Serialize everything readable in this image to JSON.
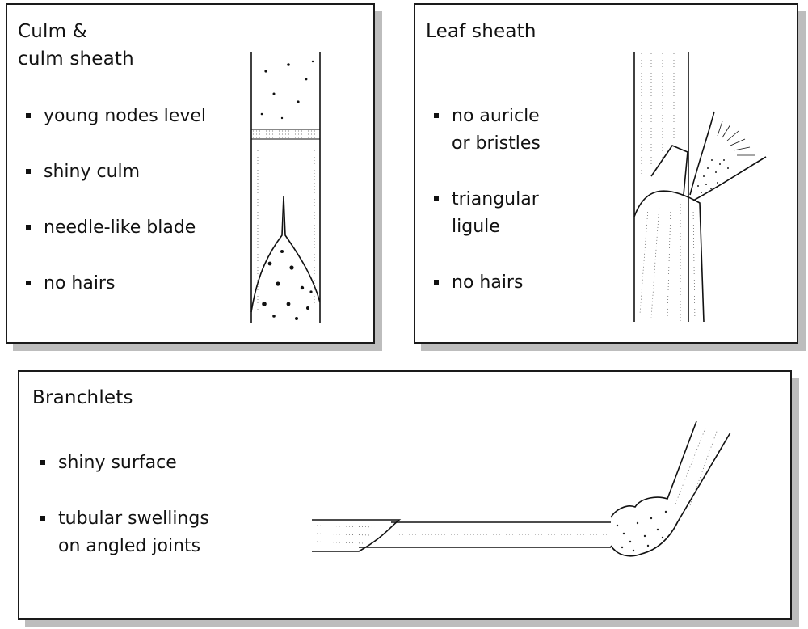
{
  "panels": {
    "culm": {
      "title_line1": "Culm &",
      "title_line2": "culm sheath",
      "bullets": [
        "young nodes level",
        "shiny culm",
        "needle-like blade",
        "no hairs"
      ]
    },
    "leaf_sheath": {
      "title": "Leaf sheath",
      "bullets": [
        {
          "line1": "no auricle",
          "line2": "or bristles"
        },
        {
          "line1": "triangular",
          "line2": "ligule"
        },
        {
          "line1": "no hairs",
          "line2": ""
        }
      ]
    },
    "branchlets": {
      "title": "Branchlets",
      "bullets": [
        {
          "line1": "shiny surface",
          "line2": ""
        },
        {
          "line1": "tubular swellings",
          "line2": "on angled joints"
        }
      ]
    }
  },
  "colors": {
    "shadow": "#bdbdbd",
    "ink": "#111111",
    "background": "#ffffff"
  }
}
